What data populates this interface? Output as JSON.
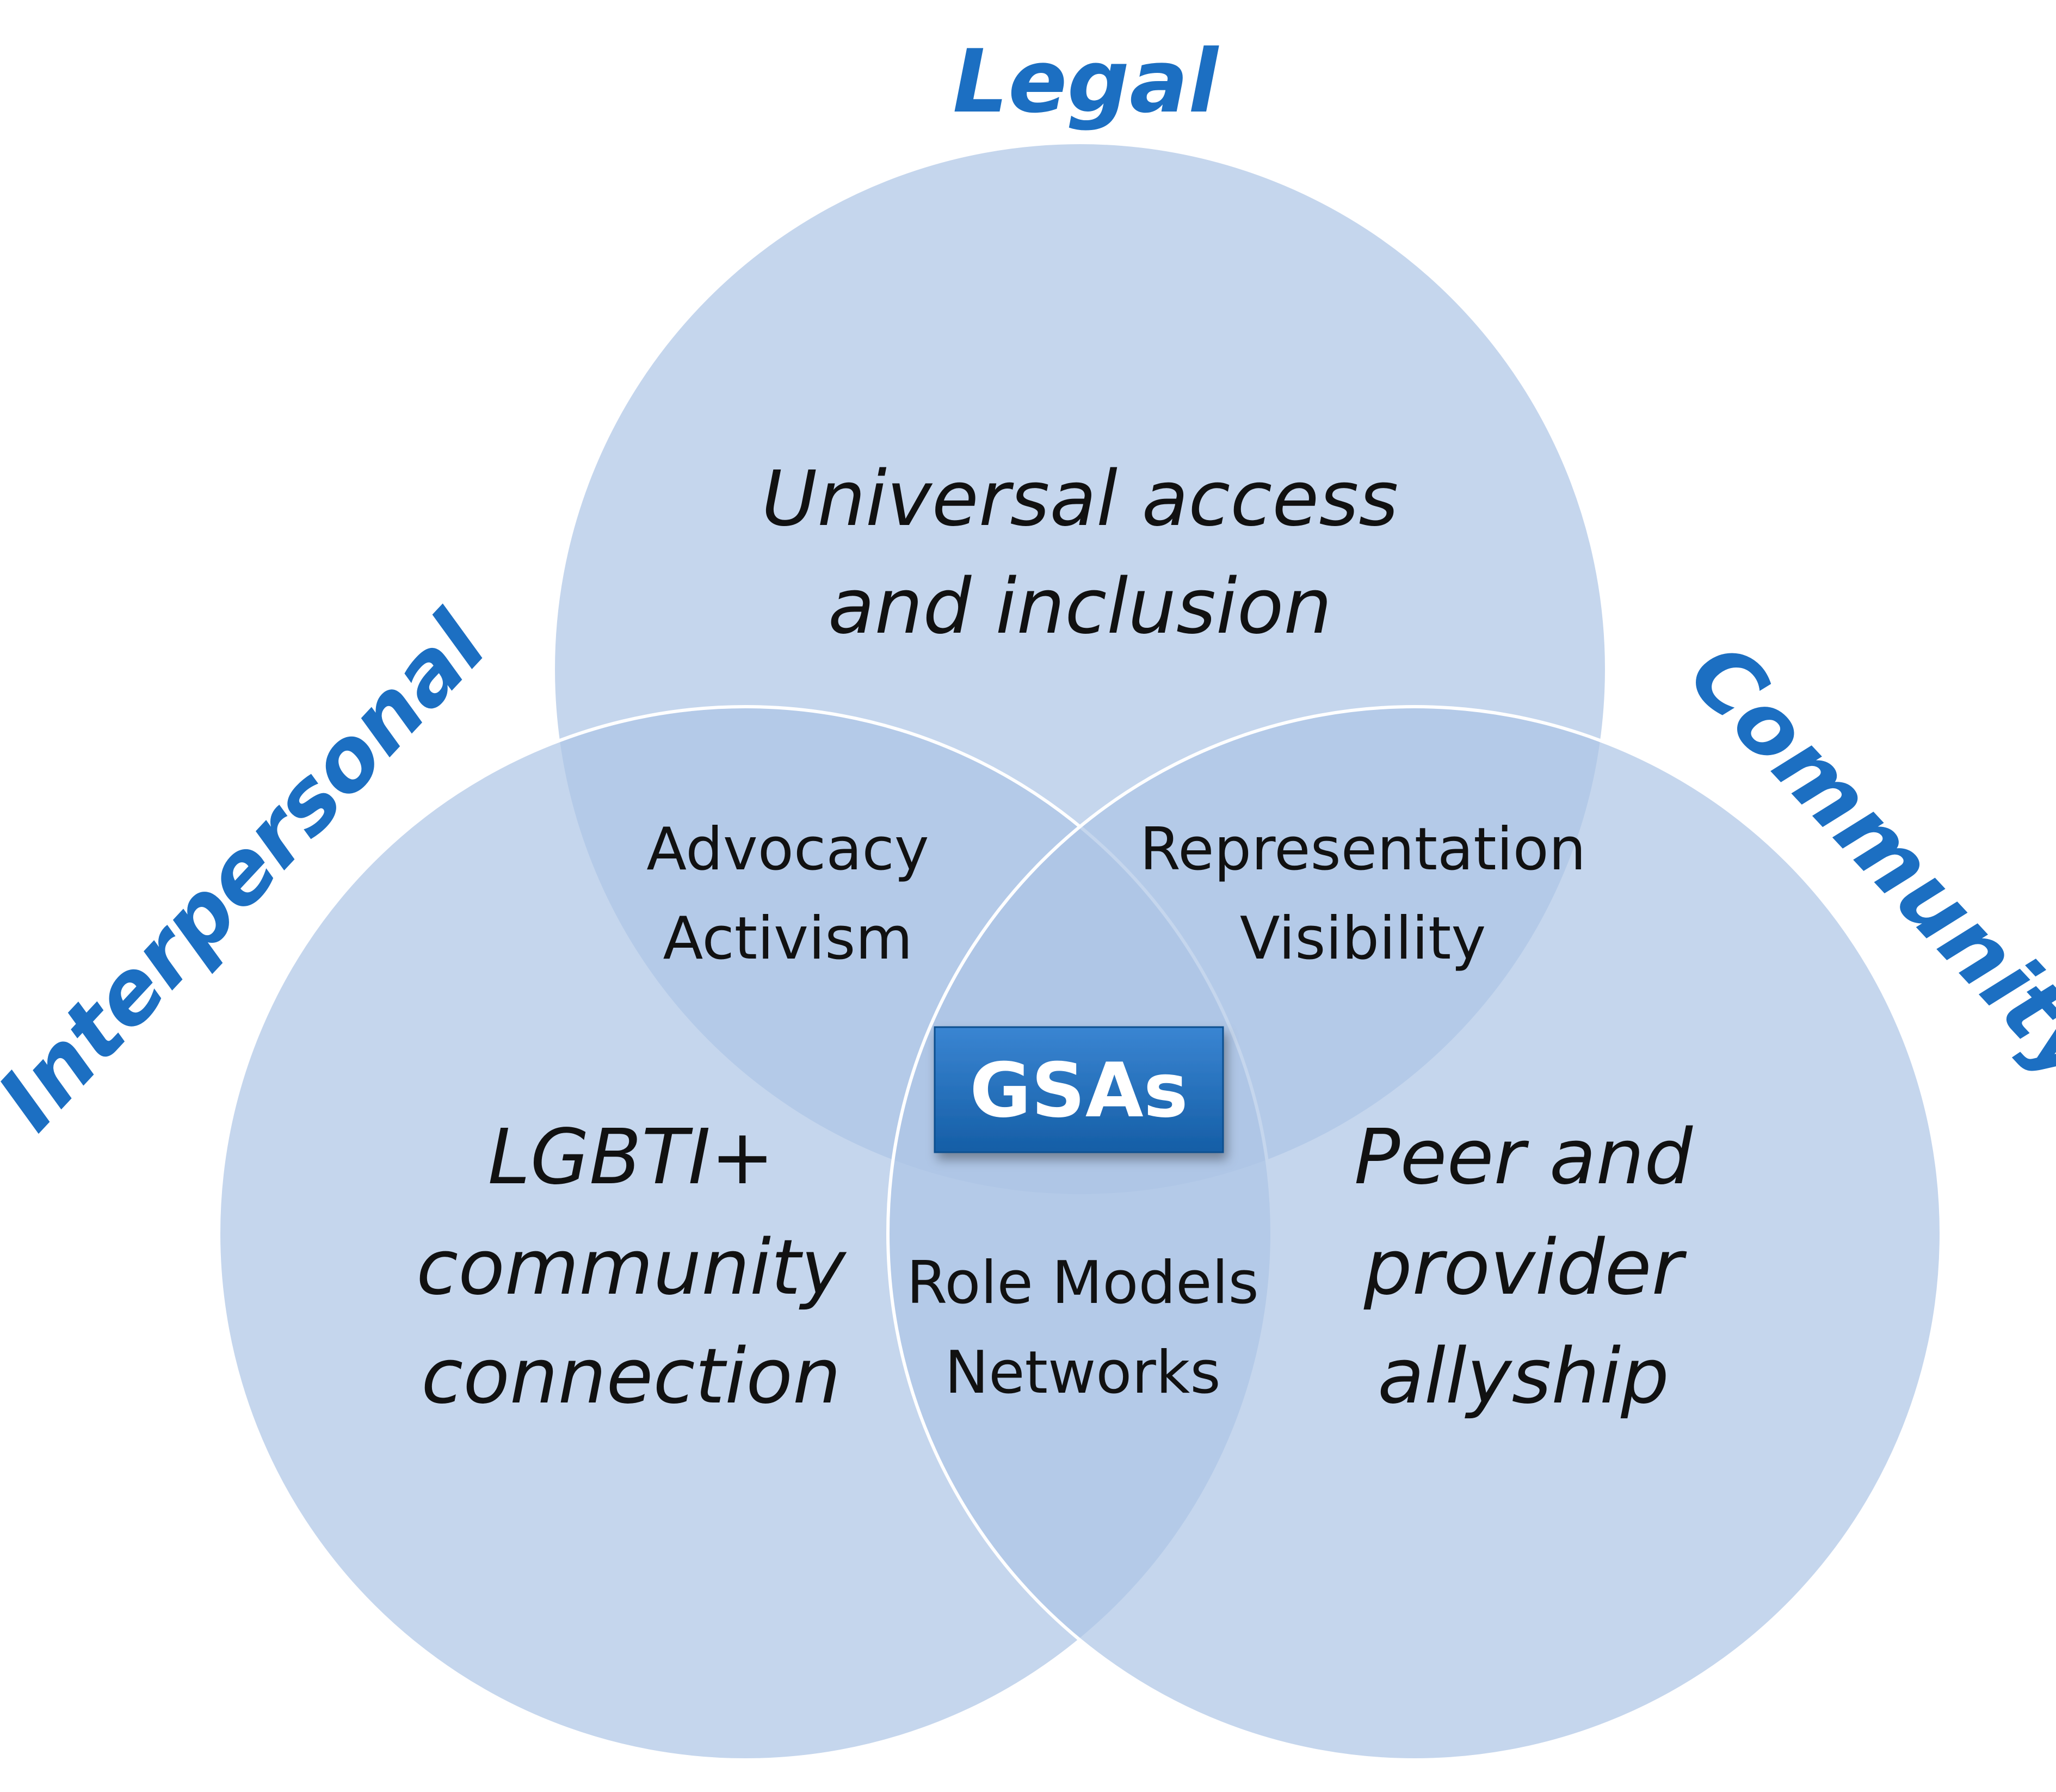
{
  "colors": {
    "circle_fill": "#adc5e6",
    "circle_stroke": "#ffffff",
    "title_color": "#1c6fc2",
    "badge_top": "#3a85d2",
    "badge_bottom": "#155ea6",
    "text_color": "#111111"
  },
  "circles": {
    "legal": {
      "title": "Legal",
      "content": [
        "Universal access",
        "and inclusion"
      ]
    },
    "interpersonal": {
      "title": "Interpersonal",
      "content": [
        "LGBTI+",
        "community",
        "connection"
      ]
    },
    "community": {
      "title": "Community",
      "content": [
        "Peer and",
        "provider",
        "allyship"
      ]
    }
  },
  "overlaps": {
    "legal_interpersonal": [
      "Advocacy",
      "Activism"
    ],
    "legal_community": [
      "Representation",
      "Visibility"
    ],
    "interpersonal_community": [
      "Role Models",
      "Networks"
    ]
  },
  "center": {
    "label": "GSAs"
  }
}
